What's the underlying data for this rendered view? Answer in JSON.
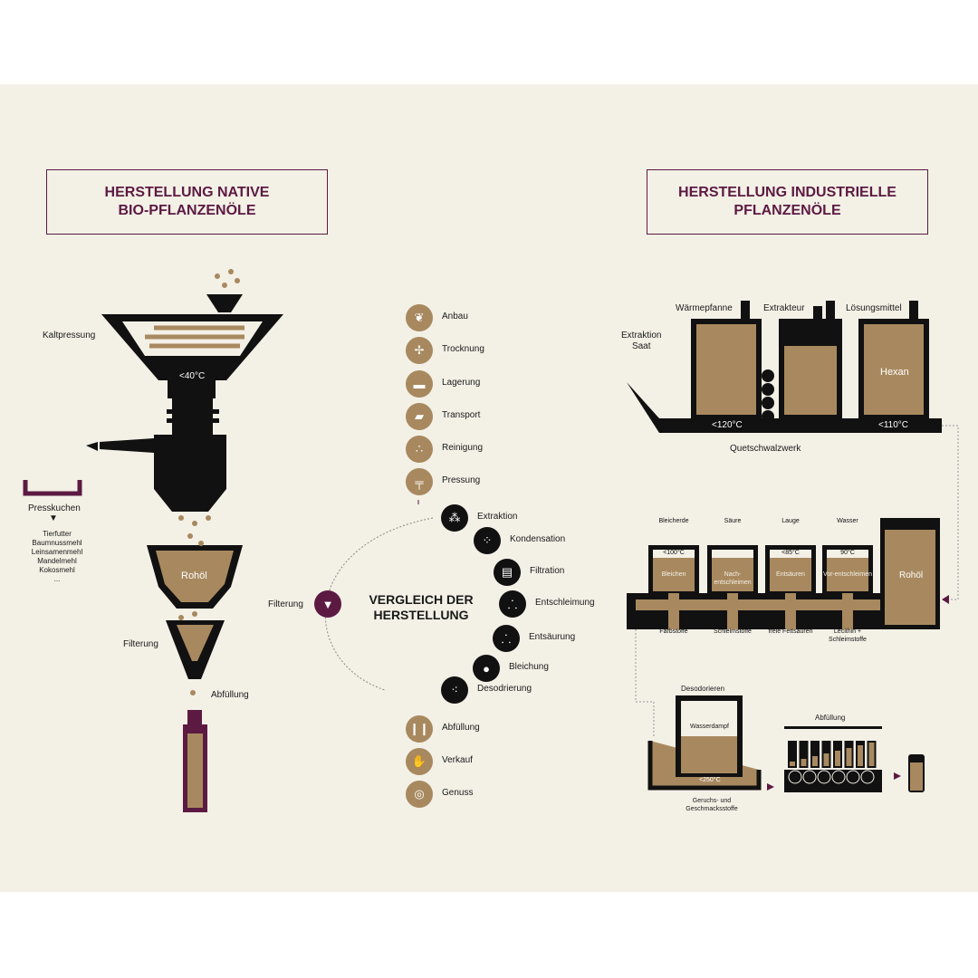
{
  "colors": {
    "background": "#f3f0e6",
    "purple": "#5c1a42",
    "gold": "#a8895f",
    "black": "#111111"
  },
  "left": {
    "title_line1": "HERSTELLUNG NATIVE",
    "title_line2": "BIO-PFLANZENÖLE",
    "kaltpressung": "Kaltpressung",
    "temp": "<40°C",
    "presskuchen": "Presskuchen",
    "uses": [
      "Tierfutter",
      "Baumnussmehl",
      "Leinsamenmehl",
      "Mandelmehl",
      "Kokosmehl",
      "..."
    ],
    "rohoel": "Rohöl",
    "filterung": "Filterung",
    "abfuellung": "Abfüllung"
  },
  "center": {
    "title_line1": "VERGLEICH DER",
    "title_line2": "HERSTELLUNG",
    "filterung": "Filterung",
    "shared_start": [
      {
        "label": "Anbau",
        "icon": "plant-icon"
      },
      {
        "label": "Trocknung",
        "icon": "fan-icon"
      },
      {
        "label": "Lagerung",
        "icon": "storage-icon"
      },
      {
        "label": "Transport",
        "icon": "truck-icon"
      },
      {
        "label": "Reinigung",
        "icon": "cleaning-icon"
      },
      {
        "label": "Pressung",
        "icon": "press-icon"
      }
    ],
    "industrial": [
      {
        "label": "Extraktion",
        "icon": "extraction-icon"
      },
      {
        "label": "Kondensation",
        "icon": "condensation-icon"
      },
      {
        "label": "Filtration",
        "icon": "filter-icon"
      },
      {
        "label": "Entschleimung",
        "icon": "drops-icon"
      },
      {
        "label": "Entsäurung",
        "icon": "drops-icon"
      },
      {
        "label": "Bleichung",
        "icon": "bleach-icon"
      },
      {
        "label": "Desodrierung",
        "icon": "deodorize-icon"
      }
    ],
    "shared_end": [
      {
        "label": "Abfüllung",
        "icon": "bottles-icon"
      },
      {
        "label": "Verkauf",
        "icon": "handshake-icon"
      },
      {
        "label": "Genuss",
        "icon": "plate-icon"
      }
    ]
  },
  "right": {
    "title_line1": "HERSTELLUNG INDUSTRIELLE",
    "title_line2": "PFLANZENÖLE",
    "extraktion_saat_1": "Extraktion",
    "extraktion_saat_2": "Saat",
    "waermepfanne": "Wärmepfanne",
    "extrakteur": "Extrakteur",
    "loesungsmittel": "Lösungsmittel",
    "hexan": "Hexan",
    "temp1": "<120°C",
    "temp2": "<110°C",
    "quetsch": "Quetschwalzwerk",
    "tanks": [
      {
        "top": "Bleicherde",
        "temp": "<100°C",
        "inner": "Bleichen",
        "out": "Farbstoffe"
      },
      {
        "top": "Säure",
        "temp": "",
        "inner": "Nach-entschleimen",
        "out": "Schleimstoffe"
      },
      {
        "top": "Lauge",
        "temp": "<85°C",
        "inner": "Entsäuren",
        "out": "freie Fettsäuren"
      },
      {
        "top": "Wasser",
        "temp": "90°C",
        "inner": "Vor-entschleimen",
        "out": "Lecithin + Schleimstoffe"
      }
    ],
    "rohoel": "Rohöl",
    "desodorieren": "Desodorieren",
    "wasserdampf": "Wasserdampf",
    "temp3": "<250°C",
    "geruch": "Geruchs- und Geschmacksstoffe",
    "abfuellung": "Abfüllung"
  }
}
